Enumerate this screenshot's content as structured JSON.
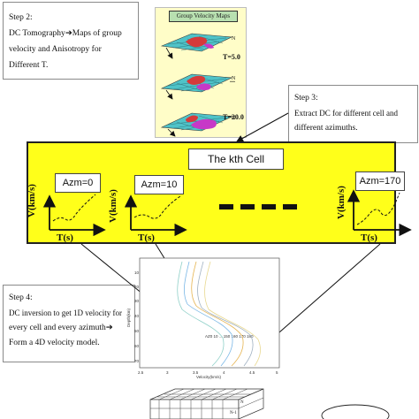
{
  "step2": {
    "title": "Step 2:",
    "line1a": "DC Tomography",
    "arrow": "➔",
    "line1b": "Maps of group",
    "line2": "velocity and Anisotropy for",
    "line3": "Different T."
  },
  "maps": {
    "title": "Group Velocity Maps",
    "t1": "T=5.0",
    "dots": "...",
    "t2": "T=20.0",
    "n1": "N",
    "n2": "N",
    "n3": "N"
  },
  "step3": {
    "title": "Step 3:",
    "line1": "Extract DC for different cell and",
    "line2": "different azimuths."
  },
  "cell": {
    "title": "The kth Cell",
    "azm1": "Azm=0",
    "azm2": "Azm=10",
    "azm3": "Azm=170",
    "ylabel": "V(km/s)",
    "xlabel": "T(s)"
  },
  "step4": {
    "title": "Step 4:",
    "line1": "DC inversion to get 1D velocity for",
    "line2a": "every cell and every azimuth",
    "arrow": "➔",
    "line3": "Form a 4D velocity model."
  },
  "profile": {
    "ylabel": "Depth(km)",
    "xlabel": "Velocity(km/s)",
    "yticks": [
      "10",
      "20",
      "30",
      "40",
      "50",
      "60",
      "70"
    ],
    "xticks": [
      "2.5",
      "3",
      "3.5",
      "4",
      "4.5",
      "5"
    ],
    "legend": "AZ0 10 ... 150 160 170 180"
  },
  "grid": {
    "n": "N",
    "n1": "N-1"
  }
}
